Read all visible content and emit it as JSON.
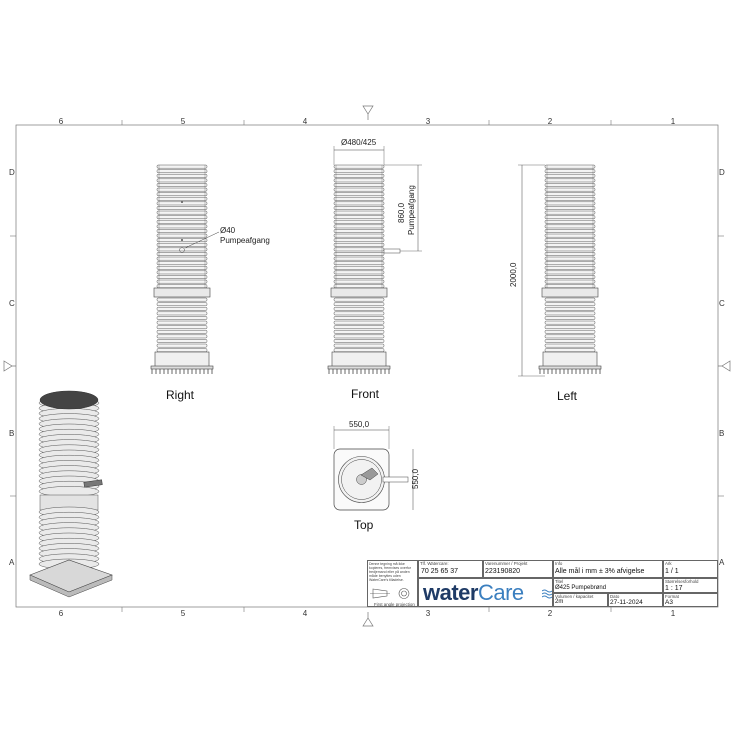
{
  "border": {
    "columns_top": [
      "6",
      "5",
      "4",
      "3",
      "2",
      "1"
    ],
    "columns_bottom": [
      "6",
      "5",
      "4",
      "3",
      "2",
      "1"
    ],
    "rows_left": [
      "D",
      "C",
      "B",
      "A"
    ],
    "rows_right": [
      "D",
      "C",
      "B",
      "A"
    ]
  },
  "views": {
    "right": "Right",
    "front": "Front",
    "left": "Left",
    "top": "Top"
  },
  "dimensions": {
    "diameter": "Ø480/425",
    "height_outlet": "860,0",
    "outlet_label_v": "Pumpeafgang",
    "total_height": "2000,0",
    "outlet_diameter": "Ø40",
    "outlet_label": "Pumpeafgang",
    "top_width": "550,0",
    "top_depth": "550,0"
  },
  "title_block": {
    "notice": "Denne tegning må ikke kopieres, fremvises overfor tredjemand eller på anden måde benyttes uden WaterCare's tilladelse.",
    "projection_caption": "First angle projection",
    "tel_caption": "Tlf. Watercare:",
    "tel_value": "70 25 65 37",
    "item_caption": "Varenummer / Projekt",
    "item_value": "223190820",
    "info_caption": "Info",
    "info_value": "Alle mål i mm ± 3% afvigelse",
    "sheet_caption": "Ark",
    "sheet_value": "1  /  1",
    "scale_caption": "Størrelsesforhold",
    "scale_value": "1 : 17",
    "title_caption": "Titel",
    "title_value": "Ø425 Pumpebrønd",
    "volume_caption": "Volumen / kapacitet",
    "volume_value": "2m",
    "date_caption": "Dato",
    "date_value": "27-11-2024",
    "format_caption": "Format",
    "format_value": "A3",
    "brand_water": "water",
    "brand_care": "Care"
  },
  "colors": {
    "brand_navy": "#1f3b66",
    "brand_blue": "#3b7fbf",
    "line": "#444444",
    "shade": "#e6e6e6"
  }
}
